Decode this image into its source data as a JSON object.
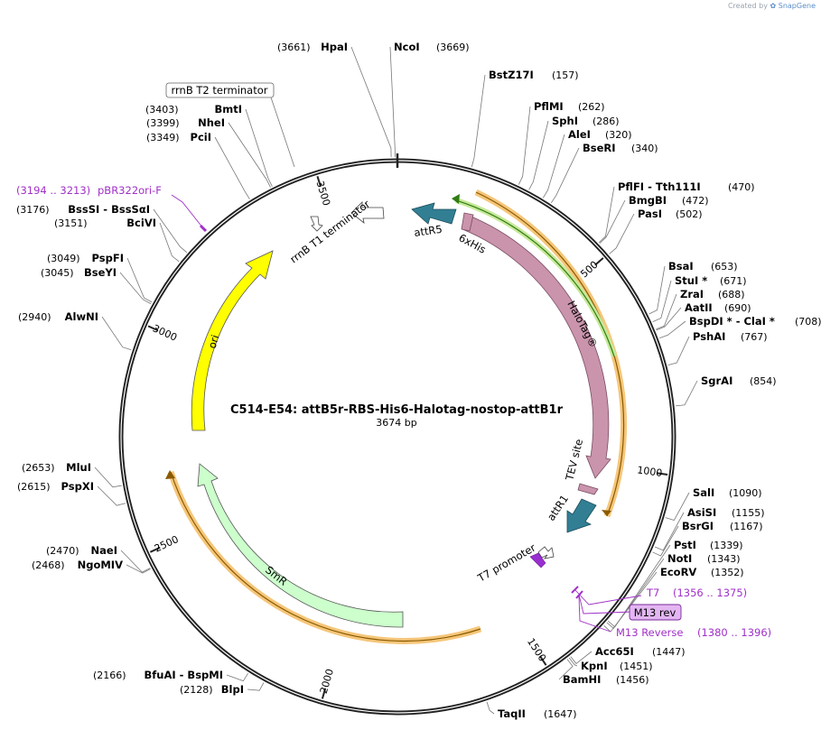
{
  "watermark": {
    "prefix": "Created by",
    "brand": "SnapGene"
  },
  "plasmid": {
    "name": "C514-E54: attB5r-RBS-His6-Halotag-nostop-attB1r",
    "length_label": "3674 bp",
    "length": 3674
  },
  "ticks": [
    "500",
    "1000",
    "1500",
    "2000",
    "2500",
    "3000",
    "3500"
  ],
  "sites": [
    {
      "name": "HpaI",
      "pos": "(3661)"
    },
    {
      "name": "NcoI",
      "pos": "(3669)"
    },
    {
      "name": "BstZ17I",
      "pos": "(157)"
    },
    {
      "name": "PflMI",
      "pos": "(262)"
    },
    {
      "name": "SphI",
      "pos": "(286)"
    },
    {
      "name": "AleI",
      "pos": "(320)"
    },
    {
      "name": "BseRI",
      "pos": "(340)"
    },
    {
      "name": "PflFI  -  Tth111I",
      "pos": "(470)"
    },
    {
      "name": "BmgBI",
      "pos": "(472)"
    },
    {
      "name": "PasI",
      "pos": "(502)"
    },
    {
      "name": "BsaI",
      "pos": "(653)"
    },
    {
      "name": "StuI *",
      "pos": "(671)"
    },
    {
      "name": "ZraI",
      "pos": "(688)"
    },
    {
      "name": "AatII",
      "pos": "(690)"
    },
    {
      "name": "BspDI *  -  ClaI *",
      "pos": "(708)"
    },
    {
      "name": "PshAI",
      "pos": "(767)"
    },
    {
      "name": "SgrAI",
      "pos": "(854)"
    },
    {
      "name": "SalI",
      "pos": "(1090)"
    },
    {
      "name": "AsiSI",
      "pos": "(1155)"
    },
    {
      "name": "BsrGI",
      "pos": "(1167)"
    },
    {
      "name": "PstI",
      "pos": "(1339)"
    },
    {
      "name": "NotI",
      "pos": "(1343)"
    },
    {
      "name": "EcoRV",
      "pos": "(1352)"
    },
    {
      "name": "Acc65I",
      "pos": "(1447)"
    },
    {
      "name": "KpnI",
      "pos": "(1451)"
    },
    {
      "name": "BamHI",
      "pos": "(1456)"
    },
    {
      "name": "TaqII",
      "pos": "(1647)"
    },
    {
      "name": "BfuAI  -  BspMI",
      "pos": "(2166)"
    },
    {
      "name": "BlpI",
      "pos": "(2128)"
    },
    {
      "name": "NaeI",
      "pos": "(2470)"
    },
    {
      "name": "NgoMIV",
      "pos": "(2468)"
    },
    {
      "name": "MluI",
      "pos": "(2653)"
    },
    {
      "name": "PspXI",
      "pos": "(2615)"
    },
    {
      "name": "AlwNI",
      "pos": "(2940)"
    },
    {
      "name": "PspFI",
      "pos": "(3049)"
    },
    {
      "name": "BseYI",
      "pos": "(3045)"
    },
    {
      "name": "BssSI  -  BssSαI",
      "pos": "(3176)"
    },
    {
      "name": "BciVI",
      "pos": "(3151)"
    },
    {
      "name": "BmtI",
      "pos": "(3403)"
    },
    {
      "name": "NheI",
      "pos": "(3399)"
    },
    {
      "name": "PciI",
      "pos": "(3349)"
    }
  ],
  "primers": {
    "pbr322": "pBR322ori-F",
    "pbr322_pos": "(3194 .. 3213)",
    "t7": "T7",
    "t7_pos": "(1356 .. 1375)",
    "m13rev": "M13 rev",
    "m13reverse": "M13 Reverse",
    "m13reverse_pos": "(1380 .. 1396)"
  },
  "features": {
    "rrnb_t2": "rrnB T2 terminator",
    "rrnb_t1": "rrnB T1 terminator",
    "attr5": "attR5",
    "his6": "6xHis",
    "halotag": "HaloTag®",
    "tev": "TEV site",
    "attr1": "attR1",
    "t7prom": "T7 promoter",
    "ori": "ori",
    "smr": "SmR"
  },
  "colors": {
    "backbone": "#222222",
    "orf_highlight": "#f5c67a",
    "orf_line": "#8a5a00",
    "green_orf": "#4caf1f",
    "halotag": "#c994ac",
    "att": "#327f94",
    "ori": "#ffff00",
    "smr": "#ccffcc",
    "primer": "#a030c8",
    "primer_fill": "#e3b6f2",
    "promoter": "#ffffff"
  }
}
